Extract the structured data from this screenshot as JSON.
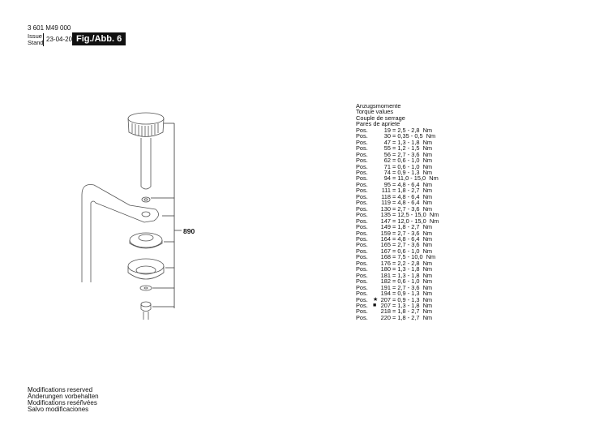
{
  "header": {
    "doc_number": "3 601 M49 000",
    "issue_label": "Issue",
    "stand_label": "Stand",
    "date": "23-04-20",
    "figure": "Fig./Abb. 6"
  },
  "diagram": {
    "assembly_label": "890"
  },
  "torque": {
    "titles": [
      "Anzugsmomente",
      "Torque values",
      "Couple de serrage",
      "Pares de apriete"
    ],
    "entries": [
      {
        "pos": "19",
        "marker": "",
        "value": "= 2,5 - 2,8  Nm"
      },
      {
        "pos": "30",
        "marker": "",
        "value": "= 0,35 - 0,5  Nm"
      },
      {
        "pos": "47",
        "marker": "",
        "value": "= 1,3 - 1,8  Nm"
      },
      {
        "pos": "55",
        "marker": "",
        "value": "= 1,2 - 1,5  Nm"
      },
      {
        "pos": "56",
        "marker": "",
        "value": "= 2,7 - 3,6  Nm"
      },
      {
        "pos": "62",
        "marker": "",
        "value": "= 0,6 - 1,0  Nm"
      },
      {
        "pos": "71",
        "marker": "",
        "value": "= 0,6 - 1,0  Nm"
      },
      {
        "pos": "74",
        "marker": "",
        "value": "= 0,9 - 1,3  Nm"
      },
      {
        "pos": "94",
        "marker": "",
        "value": "= 11,0 - 15,0  Nm"
      },
      {
        "pos": "95",
        "marker": "",
        "value": "= 4,8 - 6,4  Nm"
      },
      {
        "pos": "111",
        "marker": "",
        "value": "= 1,8 - 2,7  Nm"
      },
      {
        "pos": "118",
        "marker": "",
        "value": "= 4,8 - 6,4  Nm"
      },
      {
        "pos": "119",
        "marker": "",
        "value": "= 4,8 - 6,4  Nm"
      },
      {
        "pos": "130",
        "marker": "",
        "value": "= 2,7 - 3,6  Nm"
      },
      {
        "pos": "135",
        "marker": "",
        "value": "= 12,5 - 15,0  Nm"
      },
      {
        "pos": "147",
        "marker": "",
        "value": "= 12,0 - 15,0  Nm"
      },
      {
        "pos": "149",
        "marker": "",
        "value": "= 1,8 - 2,7  Nm"
      },
      {
        "pos": "159",
        "marker": "",
        "value": "= 2,7 - 3,6  Nm"
      },
      {
        "pos": "164",
        "marker": "",
        "value": "= 4,8 - 6,4  Nm"
      },
      {
        "pos": "165",
        "marker": "",
        "value": "= 2,7 - 3,6  Nm"
      },
      {
        "pos": "167",
        "marker": "",
        "value": "= 0,6 - 1,0  Nm"
      },
      {
        "pos": "168",
        "marker": "",
        "value": "= 7,5 - 10,0  Nm"
      },
      {
        "pos": "176",
        "marker": "",
        "value": "= 2,2 - 2,8  Nm"
      },
      {
        "pos": "180",
        "marker": "",
        "value": "= 1,3 - 1,8  Nm"
      },
      {
        "pos": "181",
        "marker": "",
        "value": "= 1,3 - 1,8  Nm"
      },
      {
        "pos": "182",
        "marker": "",
        "value": "= 0,6 - 1,0  Nm"
      },
      {
        "pos": "191",
        "marker": "",
        "value": "= 2,7 - 3,6  Nm"
      },
      {
        "pos": "194",
        "marker": "",
        "value": "= 0,9 - 1,3  Nm"
      },
      {
        "pos": "207",
        "marker": "★",
        "value": "= 0,9 - 1,3  Nm"
      },
      {
        "pos": "207",
        "marker": "■",
        "value": "= 1,3 - 1,8  Nm"
      },
      {
        "pos": "218",
        "marker": "",
        "value": "= 1,8 - 2,7  Nm"
      },
      {
        "pos": "220",
        "marker": "",
        "value": "= 1,8 - 2,7  Nm"
      }
    ],
    "pos_label": "Pos."
  },
  "footer": {
    "lines": [
      "Modifications reserved",
      "Änderungen vorbehalten",
      "Modifications reséñvées",
      "Salvo modificaciones"
    ]
  }
}
